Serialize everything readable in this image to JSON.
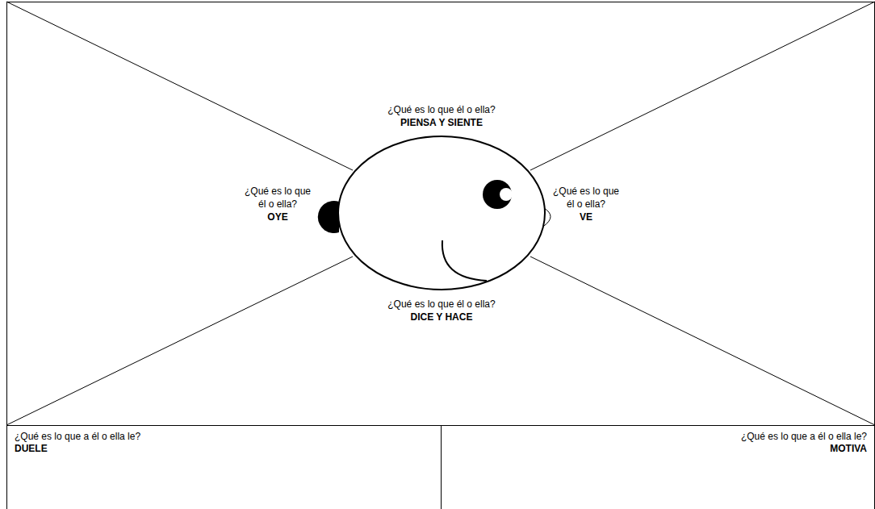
{
  "diagram": {
    "nodes": [
      {
        "text": [
          "¿Qué es lo que a él o ella le?",
          "DUELE"
        ]
      },
      {
        "text": [
          "¿Qué es lo que a él o ella le?",
          "MOTIVA"
        ]
      }
    ],
    "labels": [
      "¿Qué es lo que él o ella?",
      "PIENSA Y SIENTE",
      "¿Qué es lo que él o ella?",
      "OYE",
      "¿Qué es lo que él o ella?",
      "VE",
      "¿Qué es lo que él o ella?",
      "DICE Y HACE"
    ]
  }
}
